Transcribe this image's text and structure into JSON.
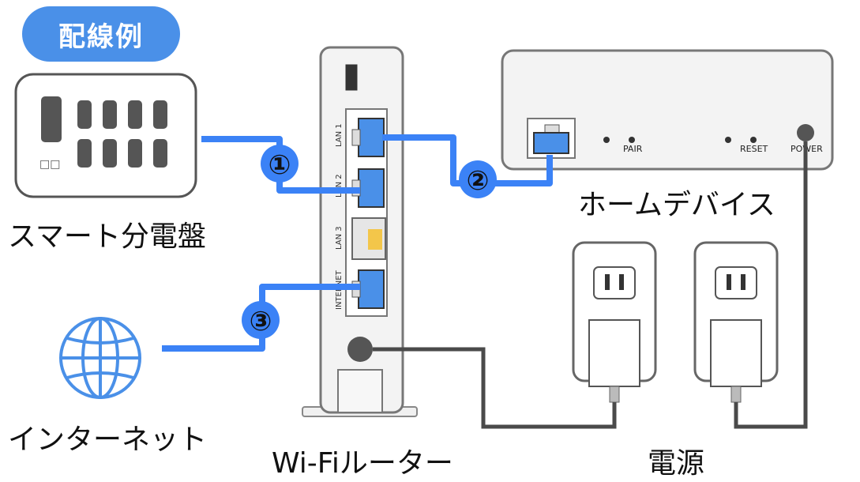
{
  "header": {
    "badge": "配線例"
  },
  "devices": {
    "panel": "スマート分電盤",
    "panel_small_text": "□□",
    "internet": "インターネット",
    "router": "Wi-Fiルーター",
    "home_device": "ホームデバイス",
    "power": "電源"
  },
  "router_ports": {
    "lan1": "LAN 1",
    "lan2": "LAN 2",
    "lan3": "LAN 3",
    "internet": "INTERNET"
  },
  "home_device_labels": {
    "pair": "PAIR",
    "reset": "RESET",
    "power": "POWER"
  },
  "connections": [
    {
      "number": "①"
    },
    {
      "number": "②"
    },
    {
      "number": "③"
    }
  ],
  "colors": {
    "cable": "#3b82f6",
    "cable_dark": "#2563eb",
    "power_cable": "#4a4a4a",
    "badge": "#4a90e8"
  }
}
